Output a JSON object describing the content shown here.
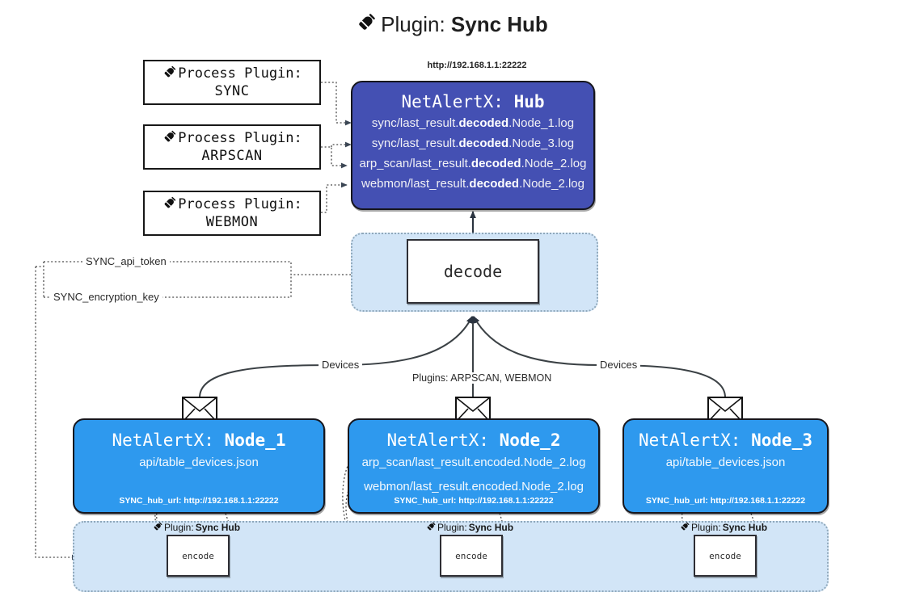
{
  "title": {
    "icon": "plug-icon",
    "prefix": "Plugin:",
    "name": "Sync Hub"
  },
  "process_plugins": [
    {
      "icon": "plug-icon",
      "line1": "Process Plugin:",
      "line2": "SYNC"
    },
    {
      "icon": "plug-icon",
      "line1": "Process Plugin:",
      "line2": "ARPSCAN"
    },
    {
      "icon": "plug-icon",
      "line1": "Process Plugin:",
      "line2": "WEBMON"
    }
  ],
  "hub": {
    "url": "http://192.168.1.1:22222",
    "title_prefix": "NetAlertX:",
    "title_name": "Hub",
    "loglines": [
      {
        "pre": "sync/last_result.",
        "em": "decoded",
        "post": ".Node_1.log"
      },
      {
        "pre": "sync/last_result.",
        "em": "decoded",
        "post": ".Node_3.log"
      },
      {
        "pre": "arp_scan/last_result.",
        "em": "decoded",
        "post": ".Node_2.log"
      },
      {
        "pre": "webmon/last_result.",
        "em": "decoded",
        "post": ".Node_2.log"
      }
    ]
  },
  "decode": {
    "label": "decode"
  },
  "secrets": [
    {
      "label": "SYNC_api_token"
    },
    {
      "label": "SYNC_encryption_key"
    }
  ],
  "edge_labels": {
    "devices_left": "Devices",
    "devices_right": "Devices",
    "plugins_center": "Plugins: ARPSCAN, WEBMON"
  },
  "nodes": [
    {
      "title_prefix": "NetAlertX:",
      "title_name": "Node_1",
      "lines": [
        "api/table_devices.json"
      ],
      "footer": "SYNC_hub_url: http://192.168.1.1:22222",
      "icon": "envelope-icon"
    },
    {
      "title_prefix": "NetAlertX:",
      "title_name": "Node_2",
      "lines": [
        "arp_scan/last_result.encoded.Node_2.log",
        "webmon/last_result.encoded.Node_2.log"
      ],
      "footer": "SYNC_hub_url: http://192.168.1.1:22222",
      "icon": "envelope-icon"
    },
    {
      "title_prefix": "NetAlertX:",
      "title_name": "Node_3",
      "lines": [
        "api/table_devices.json"
      ],
      "footer": "SYNC_hub_url: http://192.168.1.1:22222",
      "icon": "envelope-icon"
    }
  ],
  "encoders": [
    {
      "cap_prefix": "Plugin:",
      "cap_name": "Sync Hub",
      "label": "encode",
      "icon": "plug-icon"
    },
    {
      "cap_prefix": "Plugin:",
      "cap_name": "Sync Hub",
      "label": "encode",
      "icon": "plug-icon"
    },
    {
      "cap_prefix": "Plugin:",
      "cap_name": "Sync Hub",
      "label": "encode",
      "icon": "plug-icon"
    }
  ],
  "colors": {
    "hub_fill": "#4450b3",
    "node_fill": "#2e99ee",
    "band_fill": "#d2e5f7",
    "stroke": "#2e2e34"
  }
}
